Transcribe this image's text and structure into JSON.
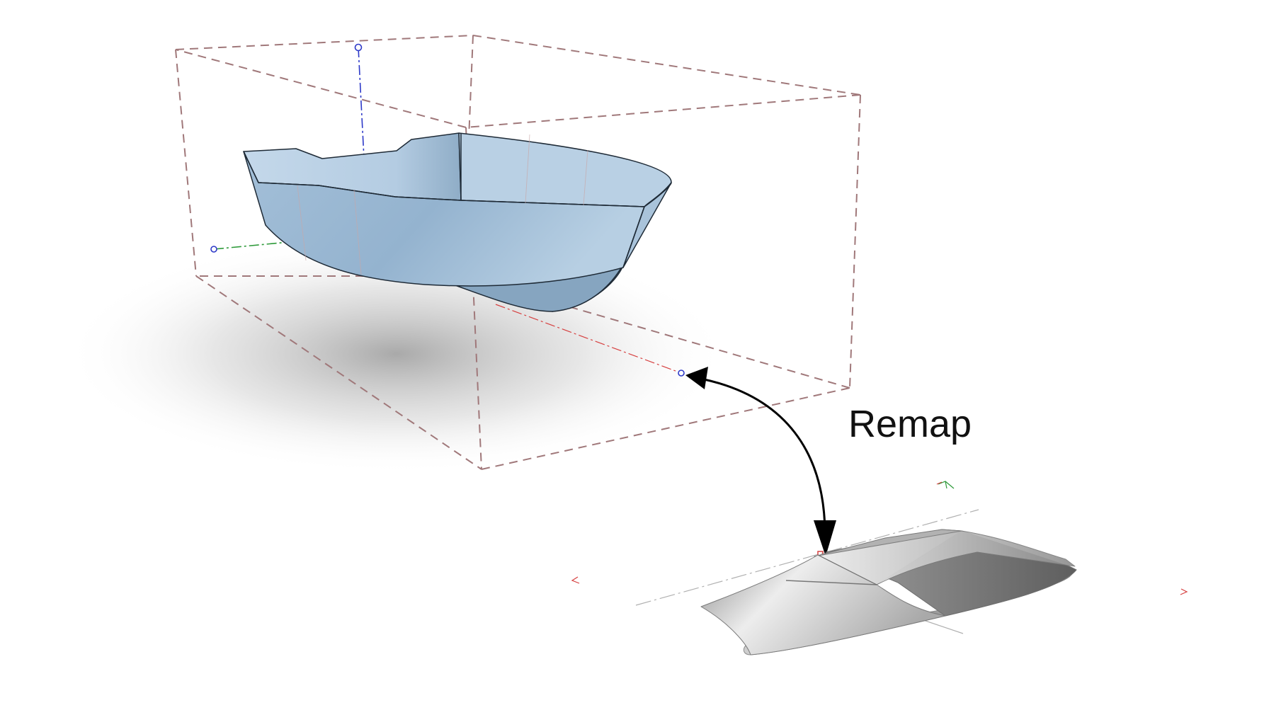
{
  "diagram": {
    "annotation_label": "Remap",
    "colors": {
      "background": "#ffffff",
      "hull_blue": "#a9c6de",
      "hull_blue_dark": "#8fb0cc",
      "bounding_box": "#a0787a",
      "axis_x": "#d64040",
      "axis_y": "#2e9a3a",
      "axis_z": "#2d39c8",
      "arrow": "#000000",
      "hull_gray": "#b5b5b5"
    },
    "icons": {
      "origin_marker": "circle-handle",
      "arrow_heads": "filled-triangle"
    }
  }
}
